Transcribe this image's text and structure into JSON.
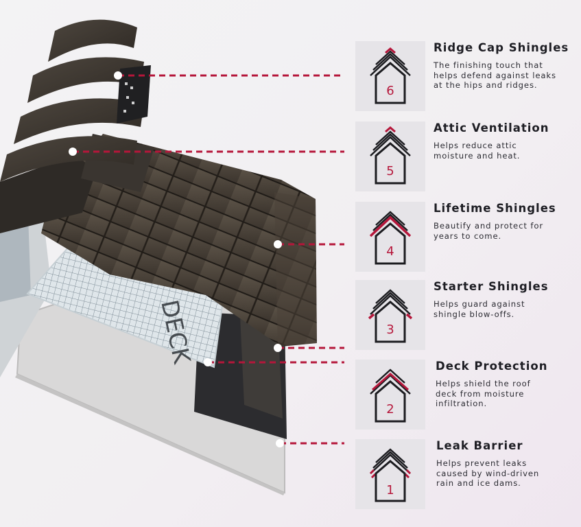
{
  "accent_color": "#b5163a",
  "roof_icon_name": "house-roof-layer-icon",
  "layers": [
    {
      "number": "6",
      "title": "Ridge Cap Shingles",
      "description": "The finishing touch that\nhelps defend against leaks\nat the hips and ridges."
    },
    {
      "number": "5",
      "title": "Attic Ventilation",
      "description": "Helps reduce attic\nmoisture and heat."
    },
    {
      "number": "4",
      "title": "Lifetime Shingles",
      "description": "Beautify and protect for\nyears to come."
    },
    {
      "number": "3",
      "title": "Starter Shingles",
      "description": "Helps guard against\nshingle blow-offs."
    },
    {
      "number": "2",
      "title": "Deck Protection",
      "description": "Helps shield the roof\ndeck from moisture\ninfiltration."
    },
    {
      "number": "1",
      "title": "Leak Barrier",
      "description": "Helps prevent leaks\ncaused by wind-driven\nrain and ice dams."
    }
  ]
}
